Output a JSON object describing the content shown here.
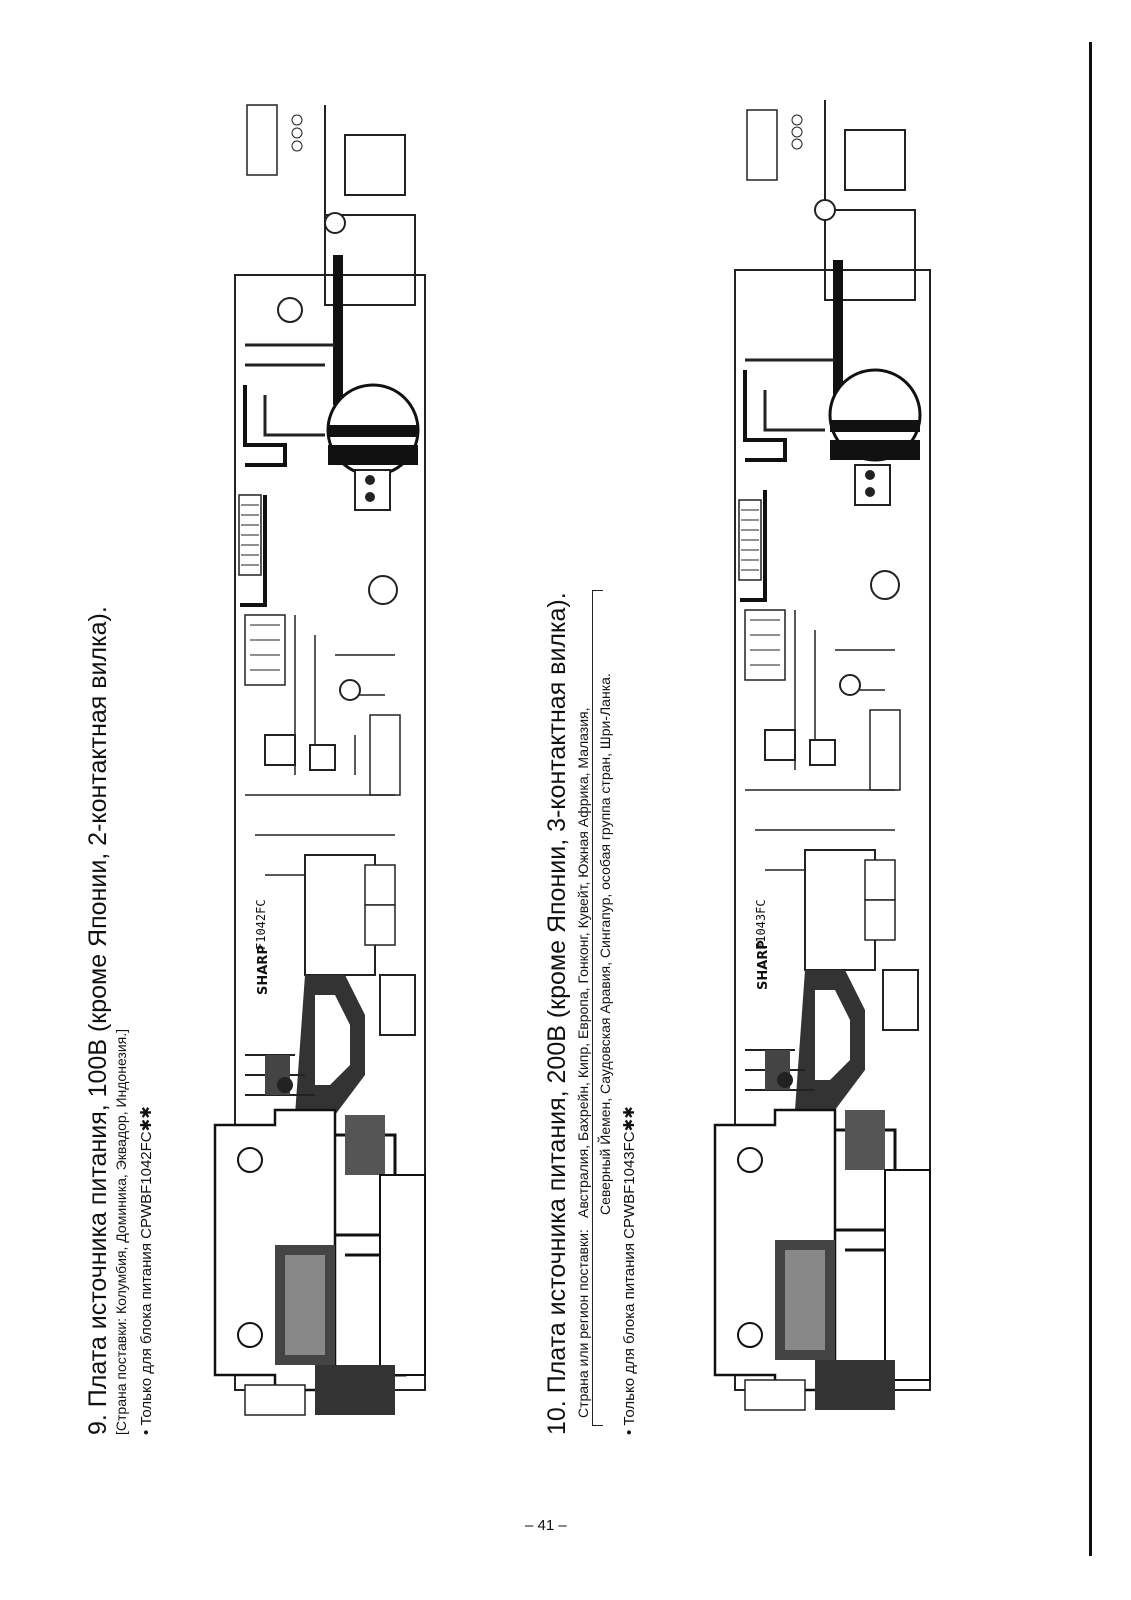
{
  "section9": {
    "title": "9. Плата источника питания, 100В (кроме Японии, 2-контактная вилка).",
    "supply_note": "[Страна поставки: Колумбия, Доминика, Эквадор, Индонезия.]",
    "only_for": "•  Только для блока питания CPWBF1042FC✱✱",
    "board_code": "F1042FC",
    "brand": "SHARP"
  },
  "section10": {
    "title": "10. Плата источника питания, 200В (кроме Японии, 3-контактная вилка).",
    "supply_label": "Страна или регион поставки:",
    "supply_line1": "Австралия, Бахрейн, Кипр, Европа, Гонконг, Кувейт, Южная Африка, Малазия,",
    "supply_line2": "Северный Йемен, Саудовская Аравия, Сингапур, особая группа стран, Шри-Ланка.",
    "only_for": "•  Только для блока питания CPWBF1043FC✱✱",
    "board_code": "F1043FC",
    "brand": "SHARP"
  },
  "page_number": "– 41 –"
}
